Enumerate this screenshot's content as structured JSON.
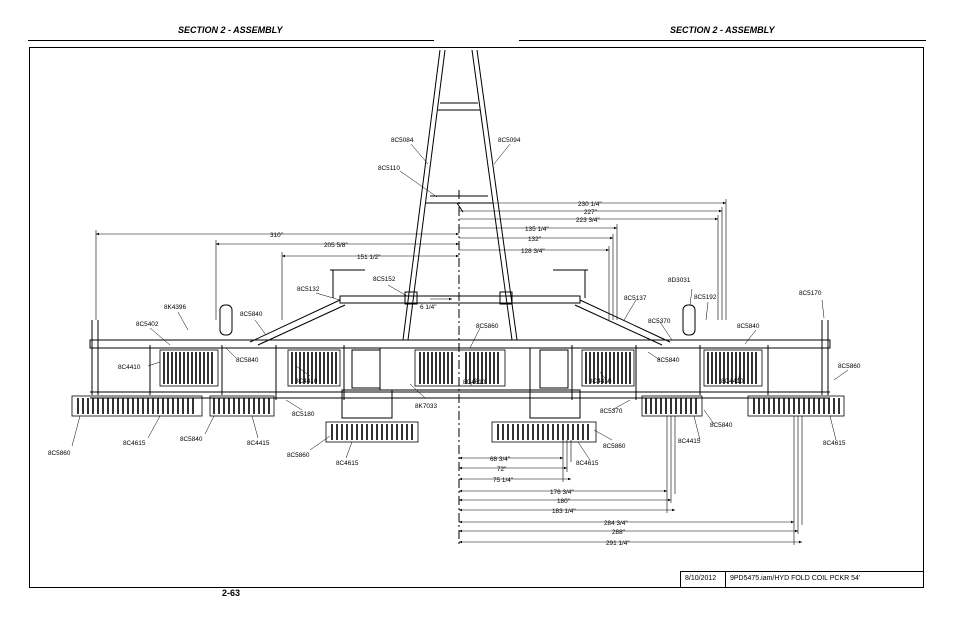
{
  "header": {
    "left_section": "SECTION 2 - ASSEMBLY",
    "right_section": "SECTION 2 - ASSEMBLY"
  },
  "footer": {
    "page_number": "2-63",
    "date": "8/10/2012",
    "file_name": "9PD5475.iam/HYD FOLD COIL PCKR 54'"
  },
  "dimensions": {
    "left": [
      "310\"",
      "205 5/8\"",
      "151 1/2\"",
      "6 1/4\""
    ],
    "right_top": [
      "230 1/4\"",
      "227\"",
      "223 3/4\"",
      "135 1/4\"",
      "132\"",
      "128 3/4\""
    ],
    "right_bottom": [
      "68 3/4\"",
      "72\"",
      "75 1/4\"",
      "176 3/4\"",
      "180\"",
      "183 1/4\"",
      "284 3/4\"",
      "288\"",
      "291 1/4\""
    ]
  },
  "part_labels": {
    "p8C5084": "8C5084",
    "p8C5094": "8C5094",
    "p8C5110": "8C5110",
    "p8C5152": "8C5152",
    "p8C5132": "8C5132",
    "p8K4396": "8K4396",
    "p8C5402": "8C5402",
    "p8C5840_a": "8C5840",
    "p8C5840_b": "8C5840",
    "p8C4410_a": "8C4410",
    "p8C4410_b": "8C4410",
    "p8C5860_a": "8C5860",
    "p8C4615_a": "8C4615",
    "p8C5840_c": "8C5840",
    "p8C4415_a": "8C4415",
    "p8C5180": "8C5180",
    "p8C5860_b": "8C5860",
    "p8C4615_b": "8C4615",
    "p8K7033": "8K7033",
    "p8C5860_c": "8C5860",
    "p8C4610": "8C4610",
    "p8D3031": "8D3031",
    "p8C5137": "8C5137",
    "p8C5192": "8C5192",
    "p8C5170": "8C5170",
    "p8C5370_a": "8C5370",
    "p8C5840_d": "8C5840",
    "p8C5840_e": "8C5840",
    "p8C5860_d": "8C5860",
    "p8C4410_c": "8C4410",
    "p8C4410_d": "8C4410",
    "p8C5370_b": "8C5370",
    "p8C5860_e": "8C5860",
    "p8C4615_c": "8C4615",
    "p8C5840_f": "8C5840",
    "p8C4415_b": "8C4415",
    "p8C4615_d": "8C4615"
  }
}
